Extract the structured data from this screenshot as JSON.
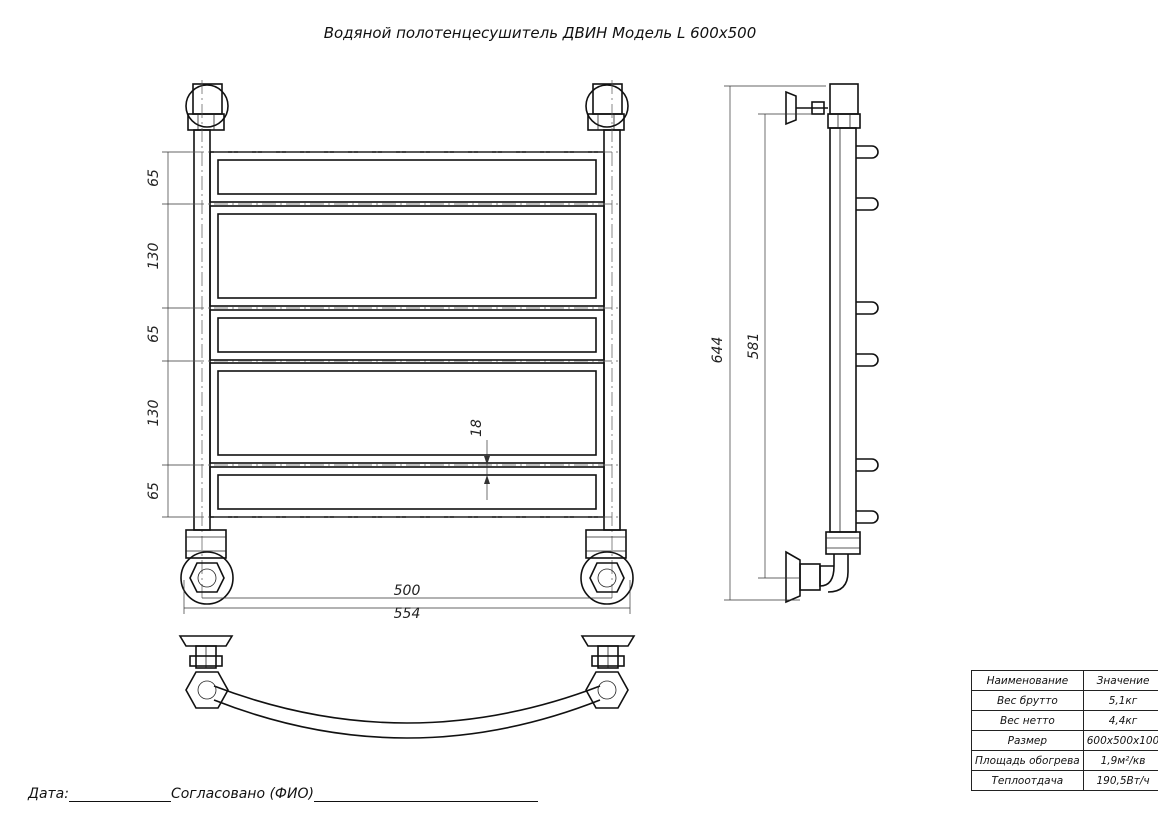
{
  "title": "Водяной полотенцесушитель ДВИН Модель L 600x500",
  "dimensions": {
    "front_vertical": [
      "65",
      "130",
      "65",
      "130",
      "65"
    ],
    "tube_height": "18",
    "width_inner": "500",
    "width_outer": "554",
    "side_total": "644",
    "side_axis": "581"
  },
  "spec_table": {
    "headers": [
      "Наименование",
      "Значение"
    ],
    "rows": [
      [
        "Вес брутто",
        "5,1кг"
      ],
      [
        "Вес нетто",
        "4,4кг"
      ],
      [
        "Размер",
        "600x500x100"
      ],
      [
        "Площадь обогрева",
        "1,9м²/кв"
      ],
      [
        "Теплоотдача",
        "190,5Вт/ч"
      ]
    ]
  },
  "signature": {
    "date_label": "Дата:",
    "agreed_label": "Согласовано (ФИО)"
  }
}
